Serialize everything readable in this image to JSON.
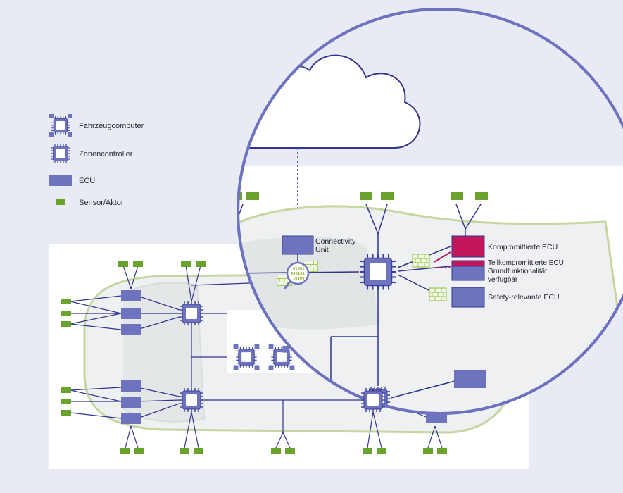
{
  "legend": {
    "vehicle_computer": "Fahrzeugcomputer",
    "zone_controller": "Zonencontroller",
    "ecu": "ECU",
    "sensor_actuator": "Sensor/Aktor"
  },
  "labels": {
    "connectivity_unit_line1": "Connectivity",
    "connectivity_unit_line2": "Unit",
    "compromised_ecu": "Kompromittierte ECU",
    "partially_compromised_line1": "Teilkompromittierte ECU",
    "partially_compromised_line2": "Grundfunktionalität",
    "partially_compromised_line3": "verfügbar",
    "safety_relevant_ecu": "Safety-relevante ECU"
  },
  "binary": {
    "line1": "01001",
    "line2": "000101",
    "line3": "10100"
  },
  "colors": {
    "background": "#e9ebf4",
    "ecu": "#6e73c0",
    "ecu_stroke": "#3a3f9a",
    "bus_line": "#2f3590",
    "sensor": "#6aa32c",
    "compromised": "#c2185b",
    "firewall": "#8fbf3a",
    "car_outline": "#c5d6a0"
  }
}
